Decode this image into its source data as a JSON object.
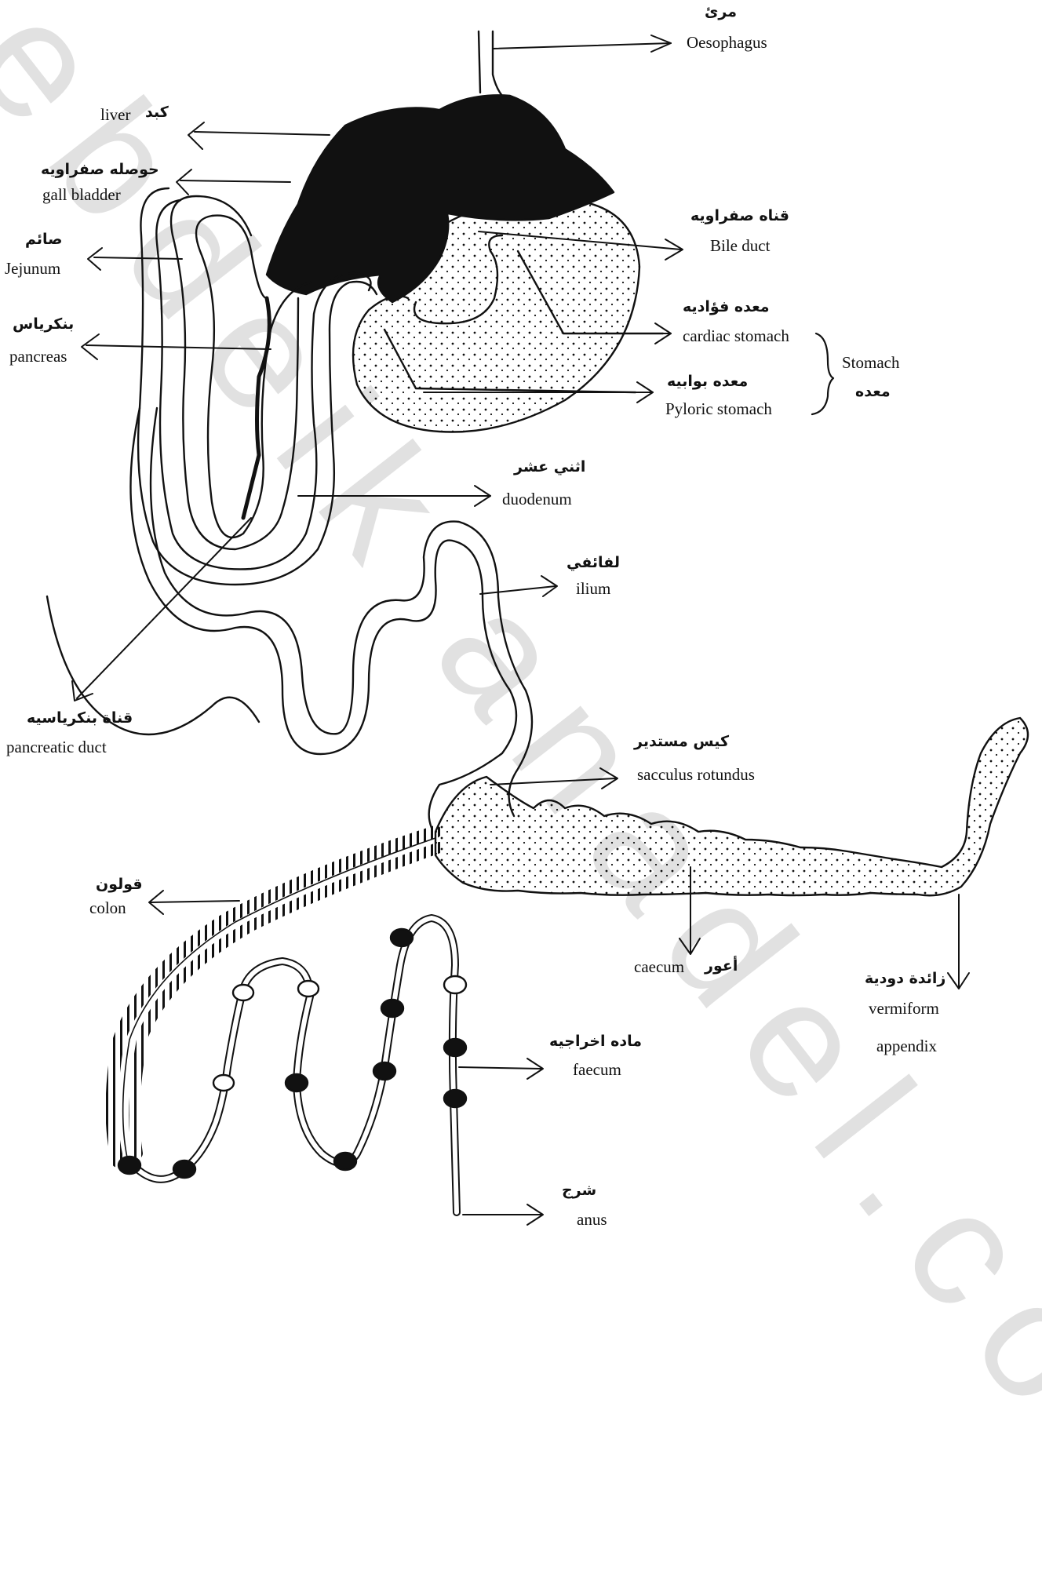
{
  "watermark": "ebdeik anadel.com",
  "labels": {
    "oesophagus": {
      "ar": "مرئ",
      "en": "Oesophagus"
    },
    "liver": {
      "ar": "كبد",
      "en": "liver"
    },
    "gall_bladder": {
      "ar": "حوصله صفراويه",
      "en": "gall bladder"
    },
    "jejunum": {
      "ar": "صائم",
      "en": "Jejunum"
    },
    "pancreas": {
      "ar": "بنكرياس",
      "en": "pancreas"
    },
    "bile_duct": {
      "ar": "قناه صفراويه",
      "en": "Bile duct"
    },
    "cardiac_stomach": {
      "ar": "معده فؤاديه",
      "en": "cardiac stomach"
    },
    "pyloric_stomach": {
      "ar": "معده بوابيه",
      "en": "Pyloric stomach"
    },
    "stomach": {
      "ar": "معده",
      "en": "Stomach"
    },
    "duodenum": {
      "ar": "اثني عشر",
      "en": "duodenum"
    },
    "ilium": {
      "ar": "لفائفي",
      "en": "ilium"
    },
    "pancreatic_duct": {
      "ar": "قناة بنكرياسيه",
      "en": "pancreatic duct"
    },
    "sacculus_rotundus": {
      "ar": "كيس مستدير",
      "en": "sacculus rotundus"
    },
    "colon": {
      "ar": "قولون",
      "en": "colon"
    },
    "caecum": {
      "ar": "أعور",
      "en": "caecum"
    },
    "vermiform_appendix": {
      "ar": "زائدة دودية",
      "en1": "vermiform",
      "en2": "appendix"
    },
    "faecum": {
      "ar": "ماده اخراجيه",
      "en": "faecum"
    },
    "anus": {
      "ar": "شرج",
      "en": "anus"
    }
  }
}
